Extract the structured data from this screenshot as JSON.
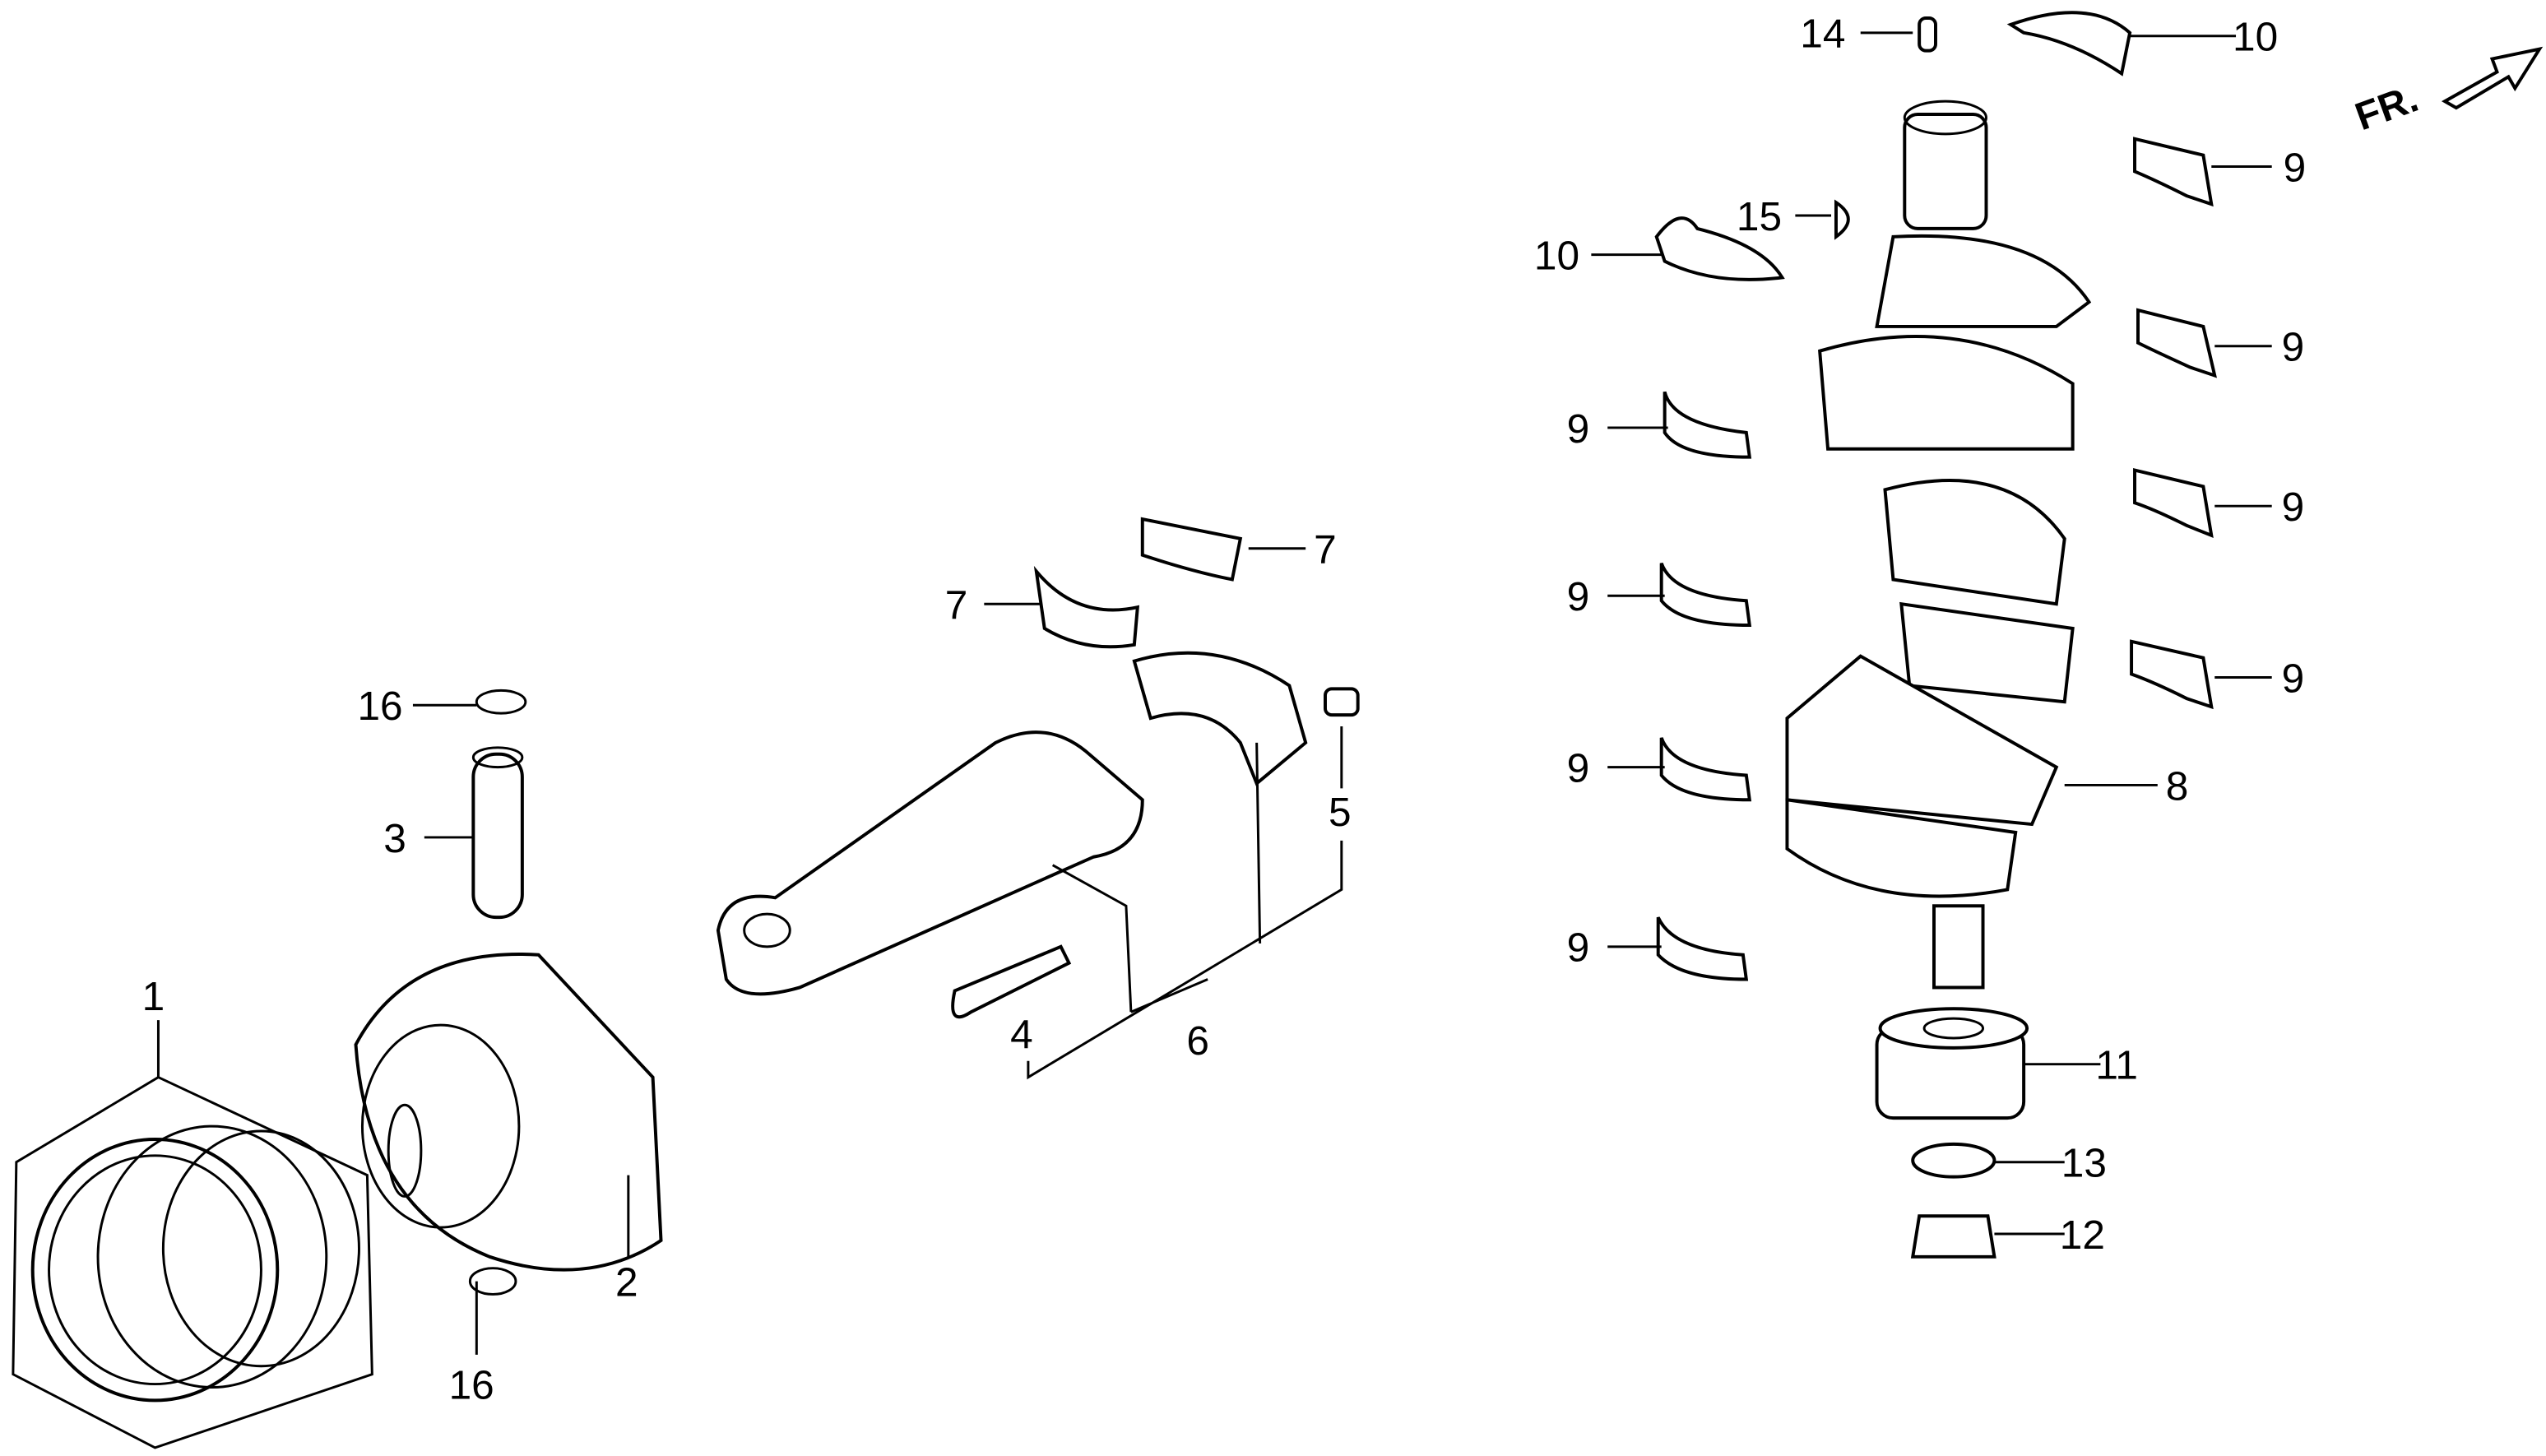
{
  "diagram": {
    "direction_label": "FR.",
    "callouts": {
      "c14": "14",
      "c10a": "10",
      "c9a": "9",
      "c15": "15",
      "c10b": "10",
      "c9b": "9",
      "c9c": "9",
      "c9d": "9",
      "c7a": "7",
      "c7b": "7",
      "c9e": "9",
      "c9f": "9",
      "c16a": "16",
      "c9g": "9",
      "c8": "8",
      "c5": "5",
      "c3": "3",
      "c9h": "9",
      "c1": "1",
      "c4": "4",
      "c6": "6",
      "c11": "11",
      "c13": "13",
      "c12": "12",
      "c2": "2",
      "c16b": "16"
    }
  }
}
